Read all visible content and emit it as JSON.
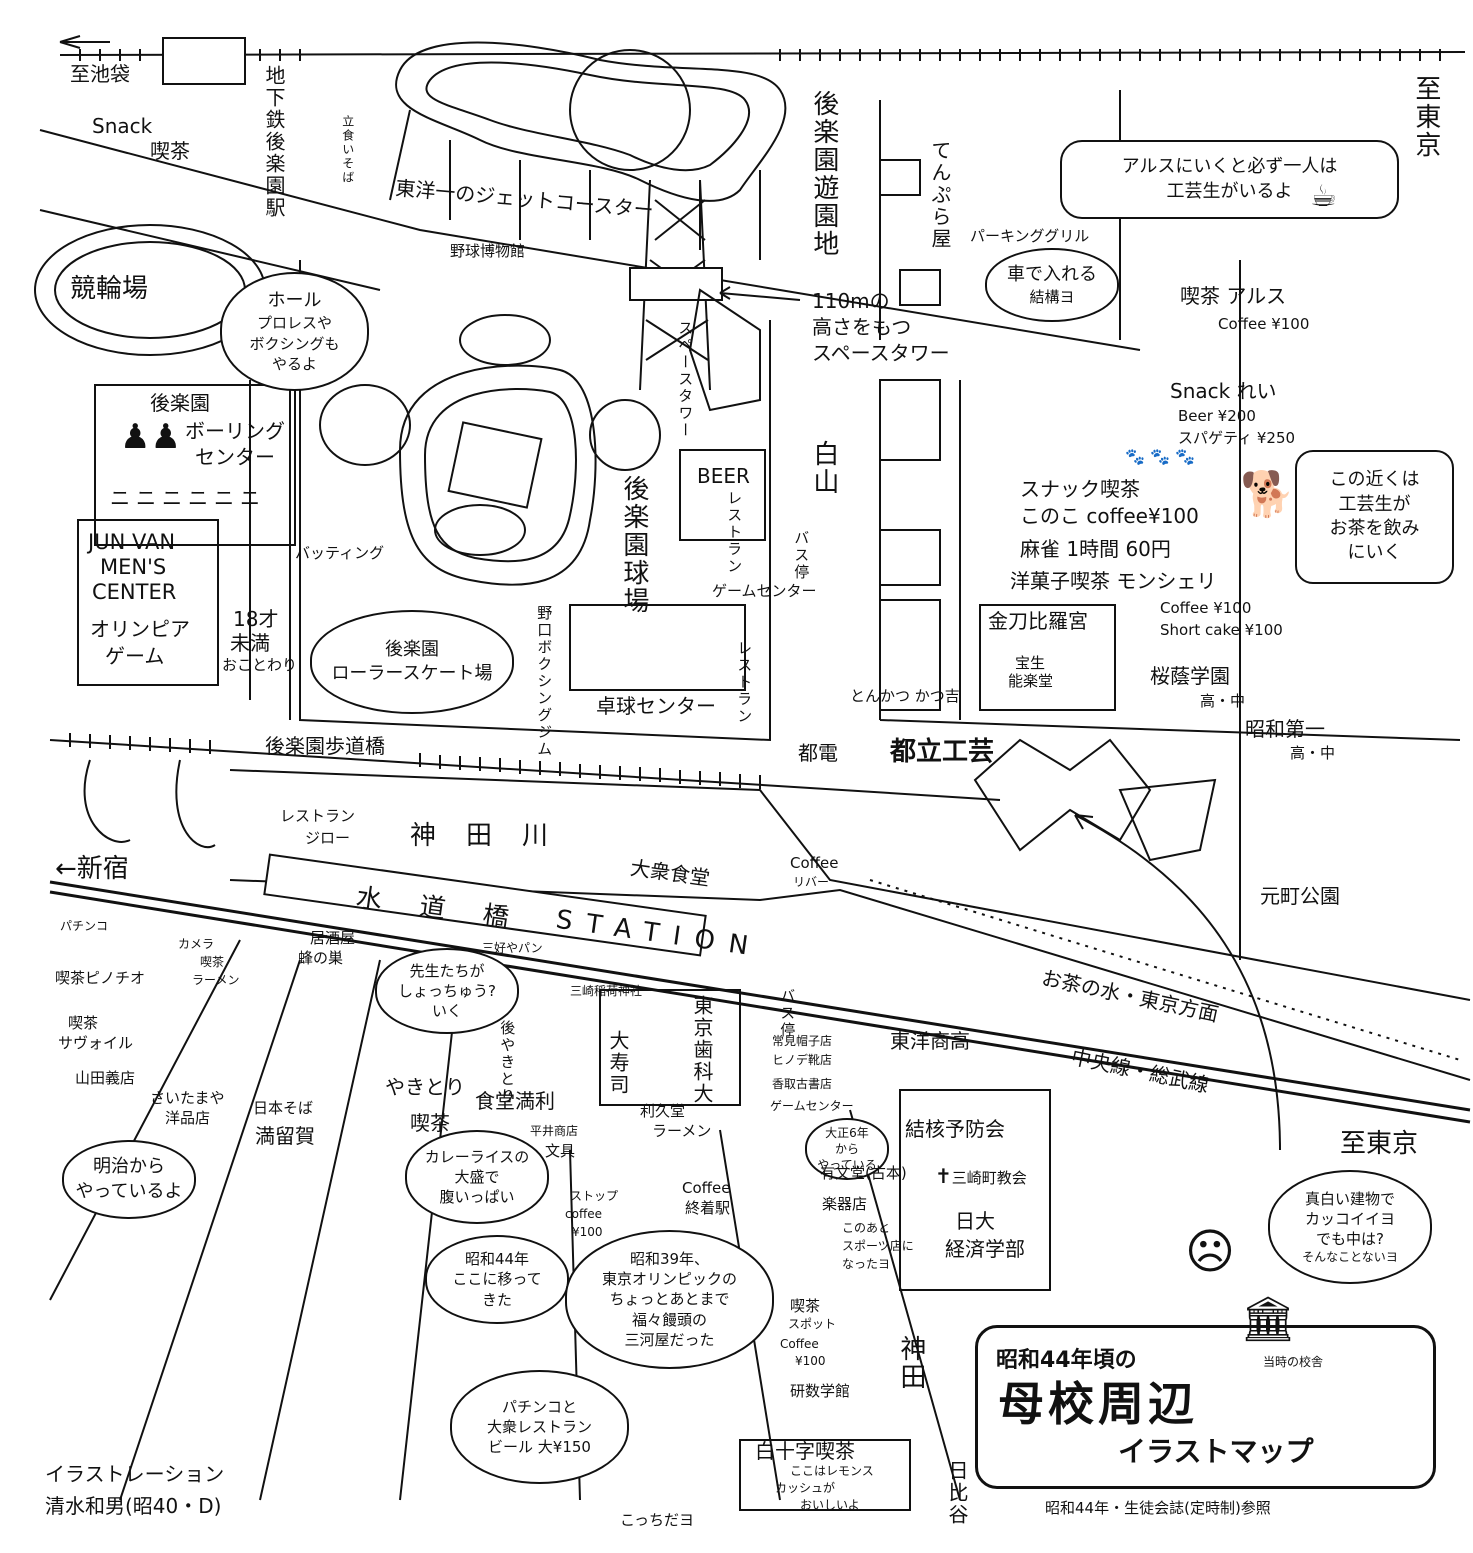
{
  "map": {
    "title": {
      "line1": "昭和44年頃の",
      "line2": "母校周辺",
      "line3": "イラストマップ"
    },
    "credit": {
      "line1": "イラストレーション",
      "line2": "清水和男(昭40・D)"
    },
    "reference_note": "昭和44年・生徒会誌(定時制)参照",
    "school_building_caption": "当時の校舎",
    "directions": {
      "ikebukuro": "至池袋",
      "tokyo_top": "至東京",
      "tokyo_bottom": "至東京",
      "shinjuku": "←新宿",
      "hakusan": "白山",
      "kanda": "神田",
      "hibiya": "日比谷",
      "toden": "都電"
    },
    "stations_and_transit": {
      "subway": "地下鉄後楽園駅",
      "station_name": "水道橋",
      "station_label": "STATION",
      "line": "中央線・総武線",
      "ochanomizu": "お茶の水・東京方面",
      "footbridge": "後楽園歩道橋",
      "river": "神田川",
      "bus_stop_1": "バス停",
      "bus_stop_2": "バス停"
    },
    "places": {
      "snack": "Snack",
      "kissa_1": "喫茶",
      "tachigui": "立食いそば",
      "keirin": "競輪場",
      "jet_coaster": "東洋一のジェットコースター",
      "yakyu_museum": "野球博物館",
      "korakuen_yuenchi": "後楽園遊園地",
      "space_tower_label": "スペースタワー",
      "space_tower_note_1": "110mの",
      "space_tower_note_2": "高さをもつ",
      "space_tower_note_3": "スペースタワー",
      "hall": "ホール",
      "hall_note_1": "プロレスや",
      "hall_note_2": "ボクシングも",
      "hall_note_3": "やるよ",
      "bowling_1": "後楽園",
      "bowling_2": "ボーリング",
      "bowling_3": "センター",
      "bowling_windows": "ニニニニニニ",
      "junvan_1": "JUN VAN",
      "junvan_2": "MEN'S",
      "junvan_3": "CENTER",
      "olympia_1": "オリンピア",
      "olympia_2": "ゲーム",
      "under18_1": "18才",
      "under18_2": "未満",
      "under18_3": "おことわり",
      "batting": "バッティング",
      "stadium": "後楽園球場",
      "beer_1": "BEER",
      "beer_2": "レストラン",
      "roller_1": "後楽園",
      "roller_2": "ローラースケート場",
      "noguchi_boxing": "野口ボクシングジム",
      "game_center_1": "ゲームセンター",
      "restaurant_1": "レストラン",
      "table_tennis": "卓球センター",
      "tempura": "てんぷら屋",
      "parking_grill": "パーキンググリル",
      "car_note_1": "車で入れる",
      "car_note_2": "結構ヨ",
      "ars_1": "喫茶 アルス",
      "ars_2": "Coffee ¥100",
      "ars_note_1": "アルスにいくと必ず一人は",
      "ars_note_2": "工芸生がいるよ",
      "rei_1": "Snack れい",
      "rei_2": "Beer ¥200",
      "rei_3": "スパゲティ ¥250",
      "dog_note_1": "この近くは",
      "dog_note_2": "工芸生が",
      "dog_note_3": "お茶を飲み",
      "dog_note_4": "にいく",
      "konoko_1": "スナック喫茶",
      "konoko_2": "このこ coffee¥100",
      "mahjong": "麻雀 1時間 60円",
      "monsheri": "洋菓子喫茶 モンシェリ",
      "monsheri_2": "Coffee ¥100",
      "monsheri_3": "Short cake ¥100",
      "kotohira": "金刀比羅宮",
      "hosho_1": "宝生",
      "hosho_2": "能楽堂",
      "tonkatsu": "とんかつ かつ吉",
      "oin_1": "桜蔭学園",
      "oin_2": "高・中",
      "showa_1": "昭和第一",
      "showa_2": "高・中",
      "toritsu_kogei": "都立工芸",
      "motomachi": "元町公園",
      "restaurant_jiro_1": "レストラン",
      "restaurant_jiro_2": "ジロー",
      "coffee_river_1": "Coffee",
      "coffee_river_2": "リバー",
      "taishu_shokudo": "大衆食堂",
      "pachinko": "パチンコ",
      "camera": "カメラ",
      "kissa_ramen_1": "喫茶",
      "kissa_ramen_2": "ラーメン",
      "pinochio": "喫茶ピノチオ",
      "savoil_1": "喫茶",
      "savoil_2": "サヴォイル",
      "yamada": "山田義店",
      "izakaya_1": "居酒屋",
      "izakaya_2": "蜂の巣",
      "miyoshi": "三好やパン",
      "teachers_1": "先生たちが",
      "teachers_2": "しょっちゅう?",
      "teachers_3": "いく",
      "misaki": "三崎稲荷神社",
      "tokyo_dental": "東京歯科大",
      "busstop_b": "バス停",
      "tsuneharu": "常見帽子店",
      "hinode": "ヒノデ靴店",
      "katori": "香取古書店",
      "game_center_2": "ゲームセンター",
      "yakitori_1": "後やきとり",
      "yakitori_2": "やきとり",
      "ojusu": "大寿司",
      "saitamaya_1": "さいたまや",
      "saitamaya_2": "洋品店",
      "meiji_1": "明治から",
      "meiji_2": "やっているよ",
      "nihon_soba_1": "日本そば",
      "nihon_soba_2": "満留賀",
      "kissa_2": "喫茶",
      "shokudo_manri": "食堂満利",
      "rikyudo_1": "利久堂",
      "rikyudo_2": "ラーメン",
      "hirai": "平井商店",
      "bungu": "文具",
      "curry_1": "カレーライスの",
      "curry_2": "大盛で",
      "curry_3": "腹いっぱい",
      "stop_coffee_1": "ストップ",
      "stop_coffee_2": "coffee",
      "stop_coffee_3": "¥100",
      "moved_1": "昭和44年",
      "moved_2": "ここに移って",
      "moved_3": "きた",
      "coffee_shuchaku_1": "Coffee",
      "coffee_shuchaku_2": "終着駅",
      "taisho_1": "大正6年",
      "taisho_2": "から",
      "taisho_3": "やっている",
      "yubundo": "有文堂(古本)",
      "gakki": "楽器店",
      "gakki_note_1": "このあと",
      "gakki_note_2": "スポーツ店に",
      "gakki_note_3": "なったヨ",
      "mikawaya_1": "昭和39年、",
      "mikawaya_2": "東京オリンピックの",
      "mikawaya_3": "ちょっとあとまで",
      "mikawaya_4": "福々饅頭の",
      "mikawaya_5": "三河屋だった",
      "spot_1": "喫茶",
      "spot_2": "スポット",
      "spot_3": "Coffee",
      "spot_4": "¥100",
      "kensu": "研数学館",
      "pachinko_note_1": "パチンコと",
      "pachinko_note_2": "大衆レストラン",
      "pachinko_note_3": "ビール 大¥150",
      "jujiya_1": "白十字喫茶",
      "jujiya_2": "ここはレモンス",
      "jujiya_3": "カッシュが",
      "jujiya_4": "おいしいよ",
      "kocchi": "こっちだヨ",
      "toyo_shoko": "東洋商高",
      "kekkaku": "結核予防会",
      "misakicho_church": "三崎町教会",
      "nichidai_1": "日大",
      "nichidai_2": "経済学部",
      "white_1": "真白い建物で",
      "white_2": "カッコイイヨ",
      "white_3": "でも中は?",
      "white_4": "そんなことないヨ"
    }
  }
}
